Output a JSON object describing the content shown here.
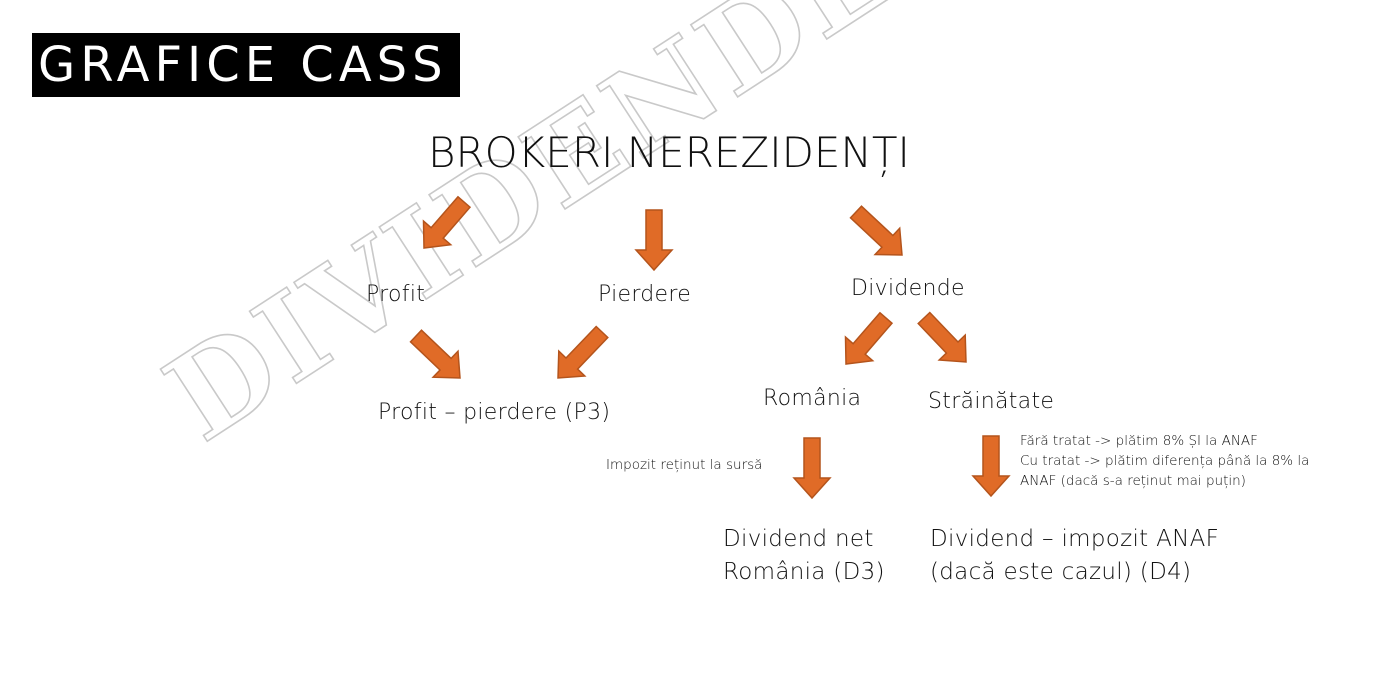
{
  "title": "GRAFICE CASS",
  "heading": "BROKERI NEREZIDENȚI",
  "watermark": "DIVIDENDE.BLOG",
  "nodes": {
    "profit": "Profit",
    "pierdere": "Pierdere",
    "dividende": "Dividende",
    "profit_pierdere": "Profit – pierdere (P3)",
    "romania": "România",
    "strainatate": "Străinătate",
    "dividend_net": "Dividend net\nRomânia (D3)",
    "dividend_impozit": "Dividend – impozit ANAF\n(dacă este cazul) (D4)"
  },
  "notes": {
    "impozit_retinut": "Impozit reținut la sursă",
    "tratat": "Fără tratat -> plătim 8% ȘI la ANAF\nCu tratat -> plătim diferența până la 8% la\nANAF (dacă s-a reținut mai puțin)"
  },
  "colors": {
    "arrow_fill": "#e06b27",
    "arrow_stroke": "#b4541c",
    "title_bg": "#000000",
    "title_text": "#ffffff"
  }
}
